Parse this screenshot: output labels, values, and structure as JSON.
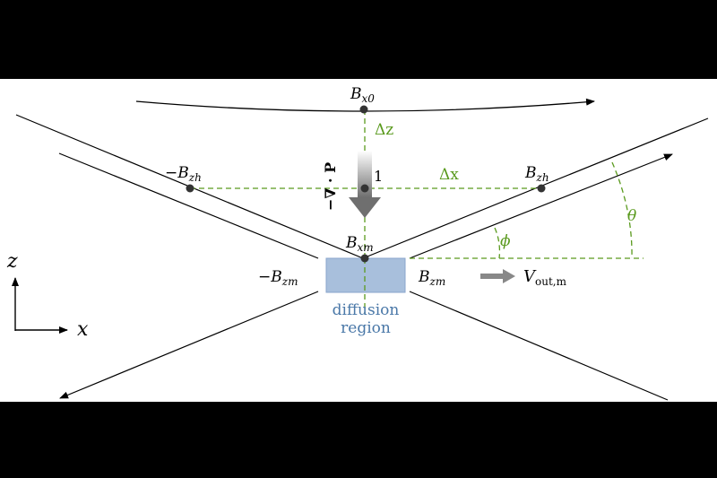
{
  "labels": {
    "bx0_main": "B",
    "bx0_sub": "x0",
    "delta_z": "Δz",
    "delta_x": "Δx",
    "neg_bzh_main": "−B",
    "neg_bzh_sub": "zh",
    "bzh_main": "B",
    "bzh_sub": "zh",
    "one": "1",
    "div_p": "−∇ · P",
    "bxm_main": "B",
    "bxm_sub": "xm",
    "neg_bzm_main": "−B",
    "neg_bzm_sub": "zm",
    "bzm_main": "B",
    "bzm_sub": "zm",
    "vout_main": "V",
    "vout_sub": "out,m",
    "phi": "ϕ",
    "theta": "θ",
    "diffusion_line1": "diffusion",
    "diffusion_line2": "region",
    "axis_z": "z",
    "axis_x": "x"
  },
  "colors": {
    "green": "#5a9a1e",
    "diffusion_fill": "#a8bfdc",
    "diffusion_text": "#4a78a8",
    "arrow_gray": "#888888"
  }
}
